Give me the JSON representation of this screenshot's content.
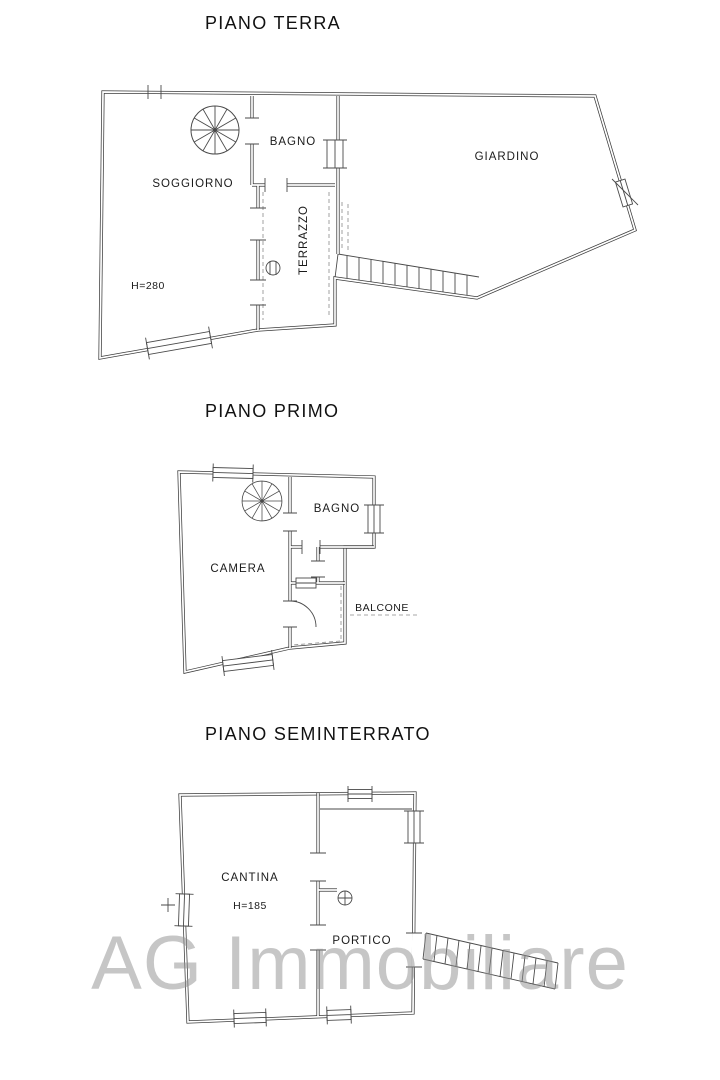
{
  "document": {
    "background": "#ffffff",
    "line_color": "#3b3b3b",
    "text_color": "#1b1b1b"
  },
  "watermark": {
    "text": "AG Immobiliare",
    "color": "#8f8f8f"
  },
  "plans": [
    {
      "id": "piano-terra",
      "title": "PIANO TERRA",
      "rooms": [
        {
          "label": "SOGGIORNO"
        },
        {
          "label": "BAGNO"
        },
        {
          "label": "TERRAZZO"
        },
        {
          "label": "GIARDINO"
        }
      ],
      "height_note": "H=280"
    },
    {
      "id": "piano-primo",
      "title": "PIANO PRIMO",
      "rooms": [
        {
          "label": "CAMERA"
        },
        {
          "label": "BAGNO"
        },
        {
          "label": "BALCONE"
        }
      ]
    },
    {
      "id": "piano-seminterrato",
      "title": "PIANO SEMINTERRATO",
      "rooms": [
        {
          "label": "CANTINA"
        },
        {
          "label": "PORTICO"
        }
      ],
      "height_note": "H=185"
    }
  ]
}
